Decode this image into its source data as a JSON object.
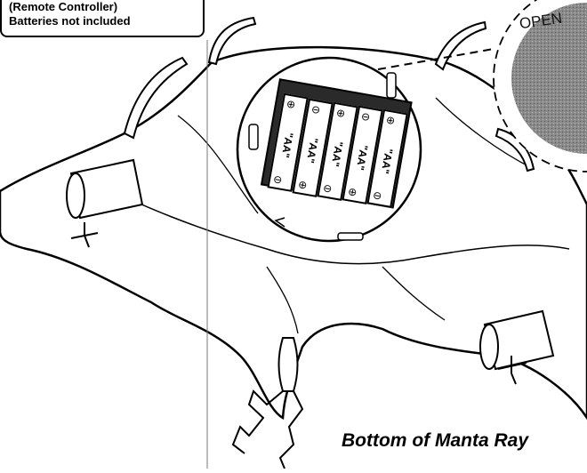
{
  "notice": {
    "line1": "(Remote Controller)",
    "line2": "Batteries not included"
  },
  "inset": {
    "open_label": "OPEN"
  },
  "battery_label": "\"AA\"",
  "caption": "Bottom of Manta Ray",
  "colors": {
    "ink": "#000000",
    "paper": "#ffffff",
    "battery_dark": "#2a2a2a",
    "inset_gray": "#7d7d7d"
  }
}
